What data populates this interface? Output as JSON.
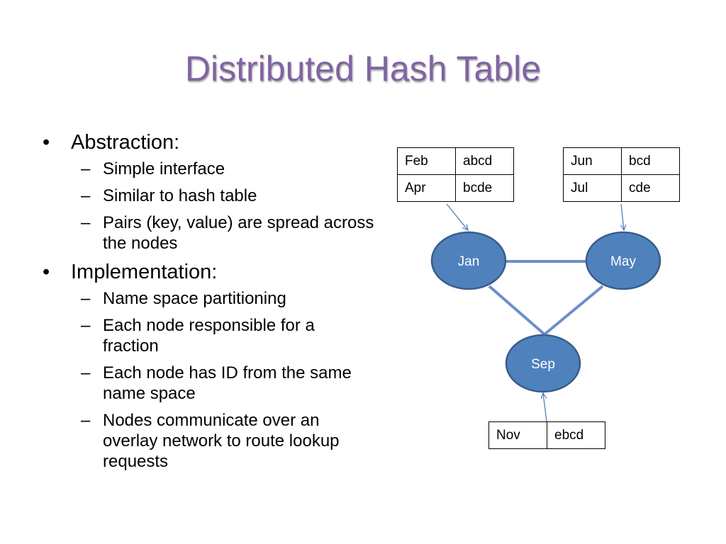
{
  "slide": {
    "title": "Distributed Hash Table"
  },
  "bullets": {
    "marker_level1": "•",
    "marker_level2": "–",
    "abstraction": {
      "label": "Abstraction:",
      "items": [
        "Simple interface",
        "Similar to hash table",
        "Pairs (key, value) are spread across the nodes"
      ]
    },
    "implementation": {
      "label": "Implementation:",
      "items": [
        "Name space partitioning",
        "Each node responsible for a fraction",
        "Each node has ID from the same name space",
        "Nodes communicate over an overlay network to route lookup requests"
      ]
    }
  },
  "diagram": {
    "node_fill": "#4F81BD",
    "node_stroke": "#385D8A",
    "edge_color": "#6A8FC9",
    "nodes": {
      "jan": "Jan",
      "may": "May",
      "sep": "Sep"
    },
    "tables": {
      "jan": [
        [
          "Feb",
          "abcd"
        ],
        [
          "Apr",
          "bcde"
        ]
      ],
      "may": [
        [
          "Jun",
          "bcd"
        ],
        [
          "Jul",
          "cde"
        ]
      ],
      "sep": [
        [
          "Nov",
          "ebcd"
        ]
      ]
    }
  }
}
